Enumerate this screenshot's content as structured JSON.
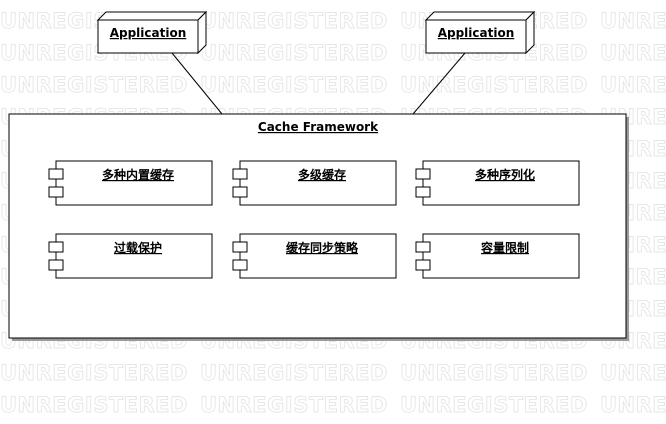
{
  "watermark": {
    "text": "UNREGISTERED"
  },
  "nodes": [
    {
      "id": "app-left",
      "label": "Application"
    },
    {
      "id": "app-right",
      "label": "Application"
    }
  ],
  "frame": {
    "label": "Cache Framework"
  },
  "components": [
    {
      "label": "多种内置缓存"
    },
    {
      "label": "多级缓存"
    },
    {
      "label": "多种序列化"
    },
    {
      "label": "过载保护"
    },
    {
      "label": "缓存同步策略"
    },
    {
      "label": "容量限制"
    }
  ],
  "colors": {
    "stroke": "#000000",
    "fill": "#ffffff",
    "shadow": "#8a8a8a",
    "watermark": "#e6e6e6"
  }
}
